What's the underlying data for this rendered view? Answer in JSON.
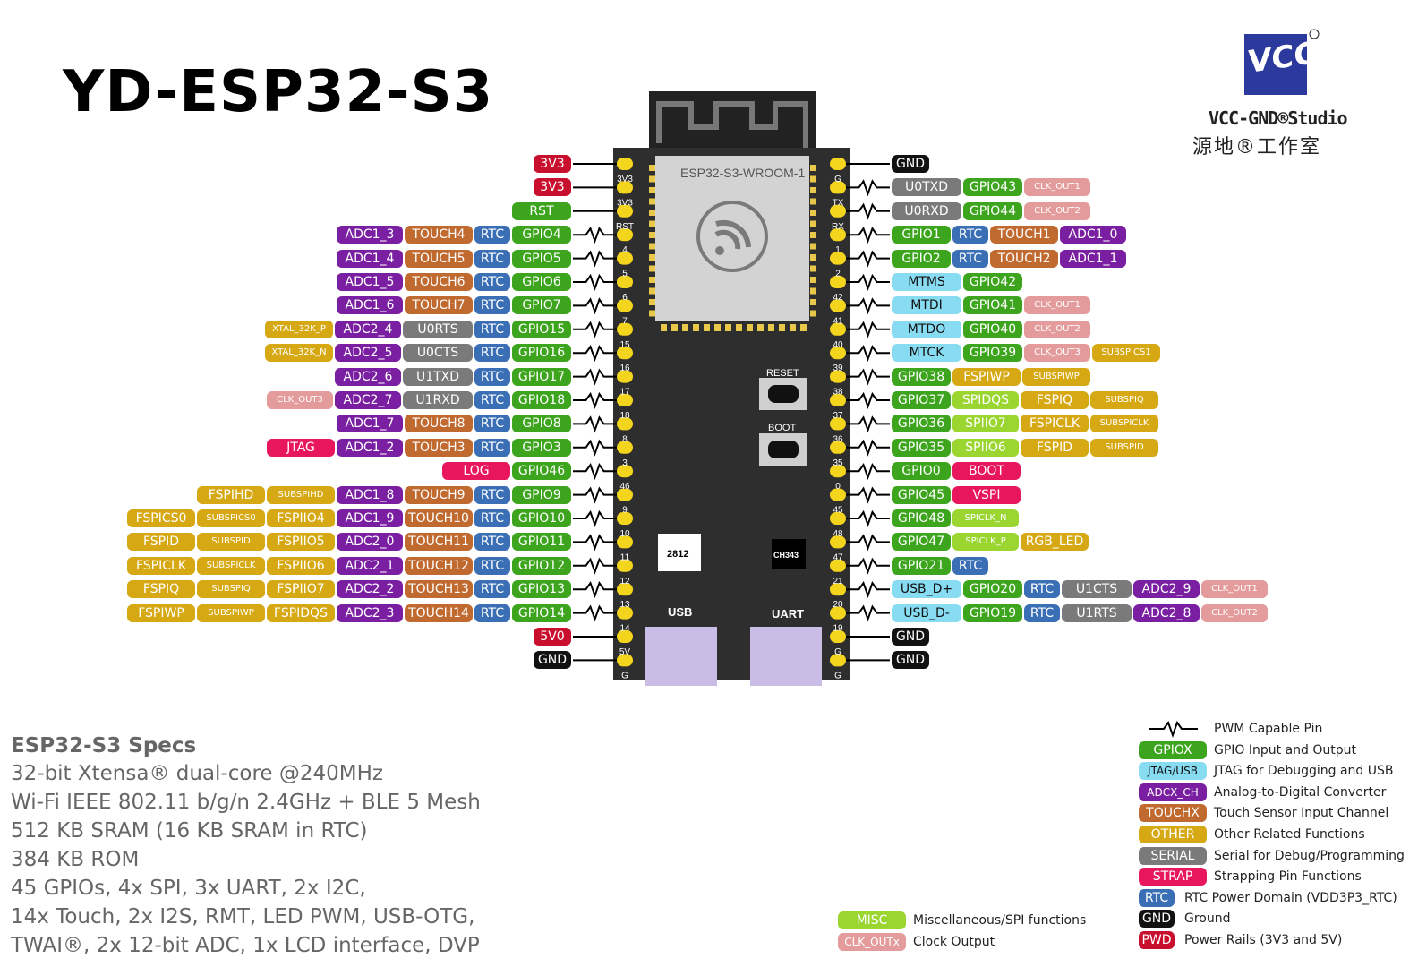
{
  "title": "YD-ESP32-S3",
  "logo": {
    "en": "VCC-GND®Studio",
    "cn": "源地®工作室",
    "mark": "VCC"
  },
  "colors": {
    "PWD": "#c8102e",
    "GND": "#111111",
    "STRAP": "#e8175d",
    "RTC": "#3a6fb5",
    "GPIO": "#3da51d",
    "ADC": "#7b1fa2",
    "TOUCH": "#c06a30",
    "SERIAL": "#7a7a7a",
    "OTHER": "#d6a914",
    "JTAG": "#88dcf2",
    "MISC": "#9bd530",
    "CLK": "#e39b9b"
  },
  "module": {
    "label": "ESP32-S3-WROOM-1",
    "reset": "RESET",
    "boot": "BOOT",
    "chip1": "2812",
    "chip2": "CH343",
    "usb": "USB",
    "uart": "UART"
  },
  "left_silk": [
    "3V3",
    "3V3",
    "RST",
    "4",
    "5",
    "6",
    "7",
    "15",
    "16",
    "17",
    "18",
    "8",
    "3",
    "46",
    "9",
    "10",
    "11",
    "12",
    "13",
    "14",
    "5V",
    "G"
  ],
  "right_silk": [
    "G",
    "TX",
    "RX",
    "1",
    "2",
    "42",
    "41",
    "40",
    "39",
    "38",
    "37",
    "36",
    "35",
    "0",
    "45",
    "48",
    "47",
    "21",
    "20",
    "19",
    "G",
    "G"
  ],
  "left_pins": [
    [
      [
        "3V3",
        "PWD"
      ]
    ],
    [
      [
        "3V3",
        "PWD"
      ]
    ],
    [
      [
        "RST",
        "GPIO"
      ]
    ],
    [
      [
        "GPIO4",
        "GPIO"
      ],
      [
        "RTC",
        "RTC"
      ],
      [
        "TOUCH4",
        "TOUCH"
      ],
      [
        "ADC1_3",
        "ADC"
      ]
    ],
    [
      [
        "GPIO5",
        "GPIO"
      ],
      [
        "RTC",
        "RTC"
      ],
      [
        "TOUCH5",
        "TOUCH"
      ],
      [
        "ADC1_4",
        "ADC"
      ]
    ],
    [
      [
        "GPIO6",
        "GPIO"
      ],
      [
        "RTC",
        "RTC"
      ],
      [
        "TOUCH6",
        "TOUCH"
      ],
      [
        "ADC1_5",
        "ADC"
      ]
    ],
    [
      [
        "GPIO7",
        "GPIO"
      ],
      [
        "RTC",
        "RTC"
      ],
      [
        "TOUCH7",
        "TOUCH"
      ],
      [
        "ADC1_6",
        "ADC"
      ]
    ],
    [
      [
        "GPIO15",
        "GPIO"
      ],
      [
        "RTC",
        "RTC"
      ],
      [
        "U0RTS",
        "SERIAL"
      ],
      [
        "ADC2_4",
        "ADC"
      ],
      [
        "XTAL_32K_P",
        "OTHER"
      ]
    ],
    [
      [
        "GPIO16",
        "GPIO"
      ],
      [
        "RTC",
        "RTC"
      ],
      [
        "U0CTS",
        "SERIAL"
      ],
      [
        "ADC2_5",
        "ADC"
      ],
      [
        "XTAL_32K_N",
        "OTHER"
      ]
    ],
    [
      [
        "GPIO17",
        "GPIO"
      ],
      [
        "RTC",
        "RTC"
      ],
      [
        "U1TXD",
        "SERIAL"
      ],
      [
        "ADC2_6",
        "ADC"
      ]
    ],
    [
      [
        "GPIO18",
        "GPIO"
      ],
      [
        "RTC",
        "RTC"
      ],
      [
        "U1RXD",
        "SERIAL"
      ],
      [
        "ADC2_7",
        "ADC"
      ],
      [
        "CLK_OUT3",
        "CLK"
      ]
    ],
    [
      [
        "GPIO8",
        "GPIO"
      ],
      [
        "RTC",
        "RTC"
      ],
      [
        "TOUCH8",
        "TOUCH"
      ],
      [
        "ADC1_7",
        "ADC"
      ]
    ],
    [
      [
        "GPIO3",
        "GPIO"
      ],
      [
        "RTC",
        "RTC"
      ],
      [
        "TOUCH3",
        "TOUCH"
      ],
      [
        "ADC1_2",
        "ADC"
      ],
      [
        "JTAG",
        "STRAP"
      ]
    ],
    [
      [
        "GPIO46",
        "GPIO"
      ],
      [
        "LOG",
        "STRAP"
      ]
    ],
    [
      [
        "GPIO9",
        "GPIO"
      ],
      [
        "RTC",
        "RTC"
      ],
      [
        "TOUCH9",
        "TOUCH"
      ],
      [
        "ADC1_8",
        "ADC"
      ],
      [
        "SUBSPIHD",
        "OTHER"
      ],
      [
        "FSPIHD",
        "OTHER"
      ]
    ],
    [
      [
        "GPIO10",
        "GPIO"
      ],
      [
        "RTC",
        "RTC"
      ],
      [
        "TOUCH10",
        "TOUCH"
      ],
      [
        "ADC1_9",
        "ADC"
      ],
      [
        "FSPIIO4",
        "OTHER"
      ],
      [
        "SUBSPICS0",
        "OTHER"
      ],
      [
        "FSPICS0",
        "OTHER"
      ]
    ],
    [
      [
        "GPIO11",
        "GPIO"
      ],
      [
        "RTC",
        "RTC"
      ],
      [
        "TOUCH11",
        "TOUCH"
      ],
      [
        "ADC2_0",
        "ADC"
      ],
      [
        "FSPIIO5",
        "OTHER"
      ],
      [
        "SUBSPID",
        "OTHER"
      ],
      [
        "FSPID",
        "OTHER"
      ]
    ],
    [
      [
        "GPIO12",
        "GPIO"
      ],
      [
        "RTC",
        "RTC"
      ],
      [
        "TOUCH12",
        "TOUCH"
      ],
      [
        "ADC2_1",
        "ADC"
      ],
      [
        "FSPIIO6",
        "OTHER"
      ],
      [
        "SUBSPICLK",
        "OTHER"
      ],
      [
        "FSPICLK",
        "OTHER"
      ]
    ],
    [
      [
        "GPIO13",
        "GPIO"
      ],
      [
        "RTC",
        "RTC"
      ],
      [
        "TOUCH13",
        "TOUCH"
      ],
      [
        "ADC2_2",
        "ADC"
      ],
      [
        "FSPIIO7",
        "OTHER"
      ],
      [
        "SUBSPIQ",
        "OTHER"
      ],
      [
        "FSPIQ",
        "OTHER"
      ]
    ],
    [
      [
        "GPIO14",
        "GPIO"
      ],
      [
        "RTC",
        "RTC"
      ],
      [
        "TOUCH14",
        "TOUCH"
      ],
      [
        "ADC2_3",
        "ADC"
      ],
      [
        "FSPIDQS",
        "OTHER"
      ],
      [
        "SUBSPIWP",
        "OTHER"
      ],
      [
        "FSPIWP",
        "OTHER"
      ]
    ],
    [
      [
        "5V0",
        "PWD"
      ]
    ],
    [
      [
        "GND",
        "GND"
      ]
    ]
  ],
  "right_pins": [
    [
      [
        "GND",
        "GND"
      ]
    ],
    [
      [
        "U0TXD",
        "SERIAL"
      ],
      [
        "GPIO43",
        "GPIO"
      ],
      [
        "CLK_OUT1",
        "CLK"
      ]
    ],
    [
      [
        "U0RXD",
        "SERIAL"
      ],
      [
        "GPIO44",
        "GPIO"
      ],
      [
        "CLK_OUT2",
        "CLK"
      ]
    ],
    [
      [
        "GPIO1",
        "GPIO"
      ],
      [
        "RTC",
        "RTC"
      ],
      [
        "TOUCH1",
        "TOUCH"
      ],
      [
        "ADC1_0",
        "ADC"
      ]
    ],
    [
      [
        "GPIO2",
        "GPIO"
      ],
      [
        "RTC",
        "RTC"
      ],
      [
        "TOUCH2",
        "TOUCH"
      ],
      [
        "ADC1_1",
        "ADC"
      ]
    ],
    [
      [
        "MTMS",
        "JTAG"
      ],
      [
        "GPIO42",
        "GPIO"
      ]
    ],
    [
      [
        "MTDI",
        "JTAG"
      ],
      [
        "GPIO41",
        "GPIO"
      ],
      [
        "CLK_OUT1",
        "CLK"
      ]
    ],
    [
      [
        "MTDO",
        "JTAG"
      ],
      [
        "GPIO40",
        "GPIO"
      ],
      [
        "CLK_OUT2",
        "CLK"
      ]
    ],
    [
      [
        "MTCK",
        "JTAG"
      ],
      [
        "GPIO39",
        "GPIO"
      ],
      [
        "CLK_OUT3",
        "CLK"
      ],
      [
        "SUBSPICS1",
        "OTHER"
      ]
    ],
    [
      [
        "GPIO38",
        "GPIO"
      ],
      [
        "FSPIWP",
        "OTHER"
      ],
      [
        "SUBSPIWP",
        "OTHER"
      ]
    ],
    [
      [
        "GPIO37",
        "GPIO"
      ],
      [
        "SPIDQS",
        "MISC"
      ],
      [
        "FSPIQ",
        "OTHER"
      ],
      [
        "SUBSPIQ",
        "OTHER"
      ]
    ],
    [
      [
        "GPIO36",
        "GPIO"
      ],
      [
        "SPIIO7",
        "MISC"
      ],
      [
        "FSPICLK",
        "OTHER"
      ],
      [
        "SUBSPICLK",
        "OTHER"
      ]
    ],
    [
      [
        "GPIO35",
        "GPIO"
      ],
      [
        "SPIIO6",
        "MISC"
      ],
      [
        "FSPID",
        "OTHER"
      ],
      [
        "SUBSPID",
        "OTHER"
      ]
    ],
    [
      [
        "GPIO0",
        "GPIO"
      ],
      [
        "BOOT",
        "STRAP"
      ]
    ],
    [
      [
        "GPIO45",
        "GPIO"
      ],
      [
        "VSPI",
        "STRAP"
      ]
    ],
    [
      [
        "GPIO48",
        "GPIO"
      ],
      [
        "SPICLK_N",
        "MISC"
      ]
    ],
    [
      [
        "GPIO47",
        "GPIO"
      ],
      [
        "SPICLK_P",
        "MISC"
      ],
      [
        "RGB_LED",
        "OTHER"
      ]
    ],
    [
      [
        "GPIO21",
        "GPIO"
      ],
      [
        "RTC",
        "RTC"
      ]
    ],
    [
      [
        "USB_D+",
        "JTAG"
      ],
      [
        "GPIO20",
        "GPIO"
      ],
      [
        "RTC",
        "RTC"
      ],
      [
        "U1CTS",
        "SERIAL"
      ],
      [
        "ADC2_9",
        "ADC"
      ],
      [
        "CLK_OUT1",
        "CLK"
      ]
    ],
    [
      [
        "USB_D-",
        "JTAG"
      ],
      [
        "GPIO19",
        "GPIO"
      ],
      [
        "RTC",
        "RTC"
      ],
      [
        "U1RTS",
        "SERIAL"
      ],
      [
        "ADC2_8",
        "ADC"
      ],
      [
        "CLK_OUT2",
        "CLK"
      ]
    ],
    [
      [
        "GND",
        "GND"
      ]
    ],
    [
      [
        "GND",
        "GND"
      ]
    ]
  ],
  "specs": {
    "title": "ESP32-S3 Specs",
    "lines": [
      "32-bit Xtensa® dual-core @240MHz",
      "Wi-Fi IEEE 802.11 b/g/n 2.4GHz + BLE 5 Mesh",
      "512 KB SRAM (16 KB SRAM in RTC)",
      "384 KB ROM",
      "45 GPIOs, 4x SPI, 3x UART, 2x I2C,",
      "14x Touch, 2x I2S, RMT, LED PWM, USB-OTG,",
      "TWAI®, 2x 12-bit ADC, 1x LCD interface, DVP"
    ]
  },
  "legend_right": [
    {
      "key": "",
      "cat": "WAVE",
      "desc": "PWM Capable Pin"
    },
    {
      "key": "GPIOX",
      "cat": "GPIO",
      "desc": "GPIO Input and Output"
    },
    {
      "key": "JTAG/USB",
      "cat": "JTAG",
      "desc": "JTAG for Debugging and USB"
    },
    {
      "key": "ADCX_CH",
      "cat": "ADC",
      "desc": "Analog-to-Digital Converter"
    },
    {
      "key": "TOUCHX",
      "cat": "TOUCH",
      "desc": "Touch Sensor Input Channel"
    },
    {
      "key": "OTHER",
      "cat": "OTHER",
      "desc": "Other Related Functions"
    },
    {
      "key": "SERIAL",
      "cat": "SERIAL",
      "desc": "Serial for Debug/Programming"
    },
    {
      "key": "STRAP",
      "cat": "STRAP",
      "desc": "Strapping Pin Functions"
    },
    {
      "key": "RTC",
      "cat": "RTC",
      "desc": "RTC Power Domain (VDD3P3_RTC)"
    },
    {
      "key": "GND",
      "cat": "GND",
      "desc": "Ground"
    },
    {
      "key": "PWD",
      "cat": "PWD",
      "desc": "Power Rails (3V3 and 5V)"
    }
  ],
  "legend_mid": [
    {
      "key": "MISC",
      "cat": "MISC",
      "desc": "Miscellaneous/SPI functions"
    },
    {
      "key": "CLK_OUTx",
      "cat": "CLK",
      "desc": "Clock Output"
    }
  ]
}
